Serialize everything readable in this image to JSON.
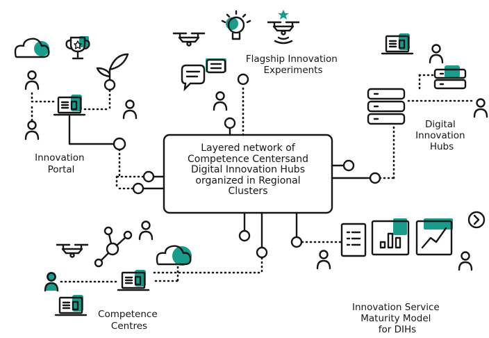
{
  "center": {
    "lines": [
      "Layered network of",
      "Competence Centersand",
      "Digital Innovation Hubs",
      "organized in Regional",
      "Clusters"
    ]
  },
  "labels": {
    "innovation_portal": [
      "Innovation",
      "Portal"
    ],
    "flagship": [
      "Flagship Innovation",
      "Experiments"
    ],
    "digital_hubs": [
      "Digital",
      "Innovation",
      "Hubs"
    ],
    "competence_centres": [
      "Competence",
      "Centres"
    ],
    "maturity_model": [
      "Innovation Service",
      "Maturity Model",
      "for DIHs"
    ]
  },
  "colors": {
    "accent": "#1a9c8c",
    "ink": "#151515"
  },
  "icons": [
    "cloud-icon",
    "trophy-icon",
    "plant-icon",
    "person-icon",
    "laptop-icon",
    "drone-icon",
    "lightbulb-icon",
    "speech-bubble-icon",
    "server-icon",
    "network-icon",
    "document-icon",
    "bar-chart-icon",
    "line-chart-icon",
    "arrow-right-icon"
  ]
}
